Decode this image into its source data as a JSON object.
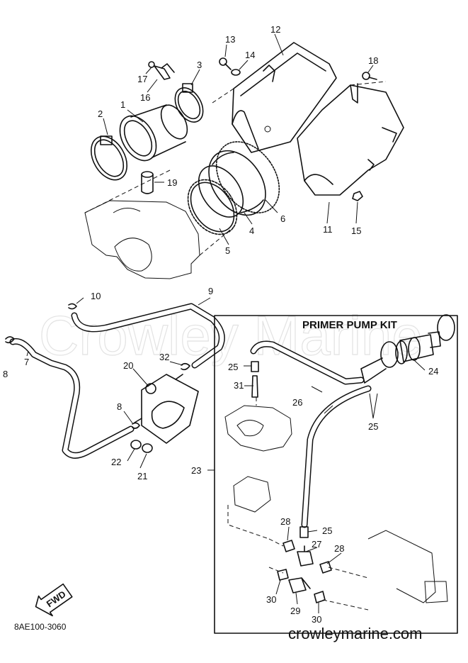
{
  "watermark": "Crowley Marine",
  "kit_title": "PRIMER PUMP KIT",
  "diagram_code": "8AE100-3060",
  "fwd_label": "FWD",
  "website": "crowleymarine.com",
  "callouts": {
    "c1": "1",
    "c2": "2",
    "c3": "3",
    "c4": "4",
    "c5": "5",
    "c6": "6",
    "c7": "7",
    "c8a": "8",
    "c8b": "8",
    "c9": "9",
    "c10": "10",
    "c11": "11",
    "c12": "12",
    "c13": "13",
    "c14": "14",
    "c15": "15",
    "c16": "16",
    "c17": "17",
    "c18": "18",
    "c19": "19",
    "c20": "20",
    "c21": "21",
    "c22": "22",
    "c23": "23",
    "c24": "24",
    "c25a": "25",
    "c25b": "25",
    "c25c": "25",
    "c26": "26",
    "c27": "27",
    "c28a": "28",
    "c28b": "28",
    "c29": "29",
    "c30a": "30",
    "c30b": "30",
    "c31": "31",
    "c32": "32"
  }
}
